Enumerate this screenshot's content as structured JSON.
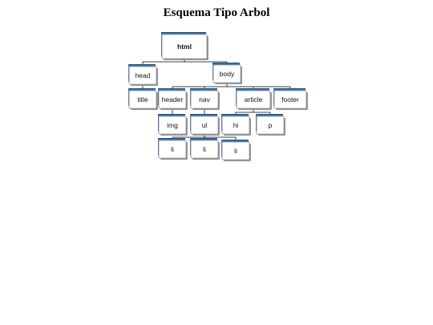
{
  "title": "Esquema Tipo Arbol",
  "colors": {
    "accent": "#4f81bd",
    "accent_dark": "#1f4e79",
    "box_fill": "#ffffff",
    "connector": "#000000"
  },
  "tree": [
    {
      "id": "html",
      "label": "html",
      "parent": null,
      "bold": true
    },
    {
      "id": "head",
      "label": "head",
      "parent": "html"
    },
    {
      "id": "body",
      "label": "body",
      "parent": "html"
    },
    {
      "id": "title",
      "label": "title",
      "parent": "head"
    },
    {
      "id": "header",
      "label": "header",
      "parent": "body"
    },
    {
      "id": "nav",
      "label": "nav",
      "parent": "body"
    },
    {
      "id": "article",
      "label": "article",
      "parent": "body"
    },
    {
      "id": "footer",
      "label": "footer",
      "parent": "body"
    },
    {
      "id": "img",
      "label": "img",
      "parent": "header"
    },
    {
      "id": "ul",
      "label": "ul",
      "parent": "nav"
    },
    {
      "id": "hi",
      "label": "hi",
      "parent": "article"
    },
    {
      "id": "p",
      "label": "p",
      "parent": "article"
    },
    {
      "id": "li1",
      "label": "li",
      "parent": "ul"
    },
    {
      "id": "li2",
      "label": "li",
      "parent": "ul"
    },
    {
      "id": "li3",
      "label": "li",
      "parent": "ul"
    }
  ]
}
